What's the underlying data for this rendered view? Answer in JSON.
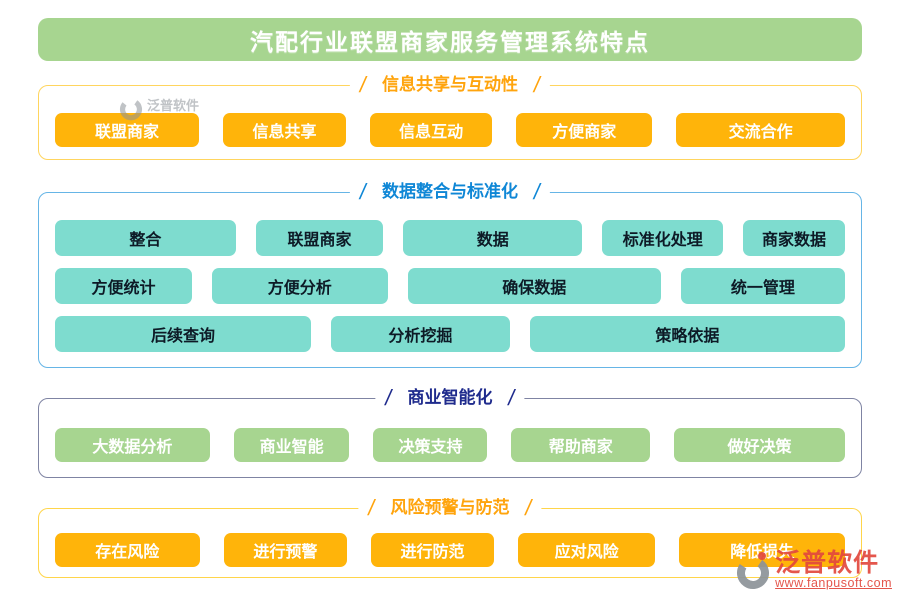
{
  "banner": {
    "title": "汽配行业联盟商家服务管理系统特点",
    "bg": "#a7d590",
    "fg": "#ffffff"
  },
  "sections": [
    {
      "title": "信息共享与互动性",
      "accent": "#ffa40d",
      "border": "#ffd55e",
      "button_bg": "#ffb40a",
      "button_fg": "#ffffff",
      "rows": [
        [
          "联盟商家",
          "信息共享",
          "信息互动",
          "方便商家",
          "交流合作"
        ]
      ]
    },
    {
      "title": "数据整合与标准化",
      "accent": "#0f87d6",
      "border": "#66b5e6",
      "button_bg": "#7edccf",
      "button_fg": "#0d1a26",
      "rows": [
        [
          "整合",
          "联盟商家",
          "数据",
          "标准化处理",
          "商家数据"
        ],
        [
          "方便统计",
          "方便分析",
          "确保数据",
          "统一管理"
        ],
        [
          "后续查询",
          "分析挖掘",
          "策略依据"
        ]
      ]
    },
    {
      "title": "商业智能化",
      "accent": "#1f2b8d",
      "border": "#7f84a3",
      "button_bg": "#a7d590",
      "button_fg": "#ffffff",
      "rows": [
        [
          "大数据分析",
          "商业智能",
          "决策支持",
          "帮助商家",
          "做好决策"
        ]
      ]
    },
    {
      "title": "风险预警与防范",
      "accent": "#ffa40d",
      "border": "#ffd54a",
      "button_bg": "#ffb40a",
      "button_fg": "#ffffff",
      "rows": [
        [
          "存在风险",
          "进行预警",
          "进行防范",
          "应对风险",
          "降低损失"
        ]
      ]
    }
  ],
  "watermark_small": {
    "brand": "泛普软件",
    "color": "#8d9399"
  },
  "watermark_big": {
    "brand": "泛普软件",
    "url": "www.fanpusoft.com",
    "color": "#e2483d"
  }
}
